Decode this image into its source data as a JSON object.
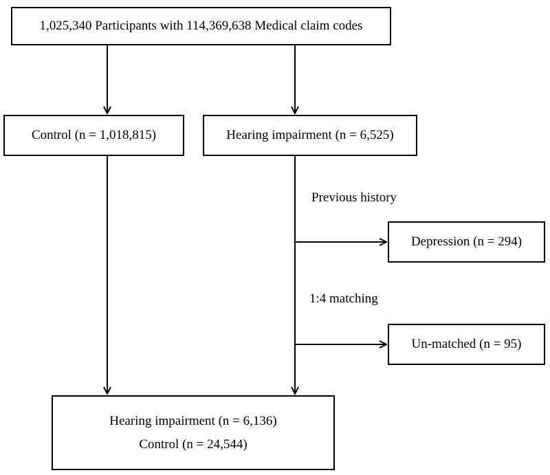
{
  "top_box": "1,025,340 Participants with 114,369,638 Medical claim codes",
  "control_box": "Control (n = 1,018,815)",
  "hearing_box": "Hearing impairment (n = 6,525)",
  "previous_history_label": "Previous history",
  "depression_box": "Depression (n = 294)",
  "matching_label": "1:4 matching",
  "unmatched_box": "Un-matched (n = 95)",
  "final_box": {
    "line1": "Hearing impairment (n = 6,136)",
    "line2": "Control (n = 24,544)"
  }
}
